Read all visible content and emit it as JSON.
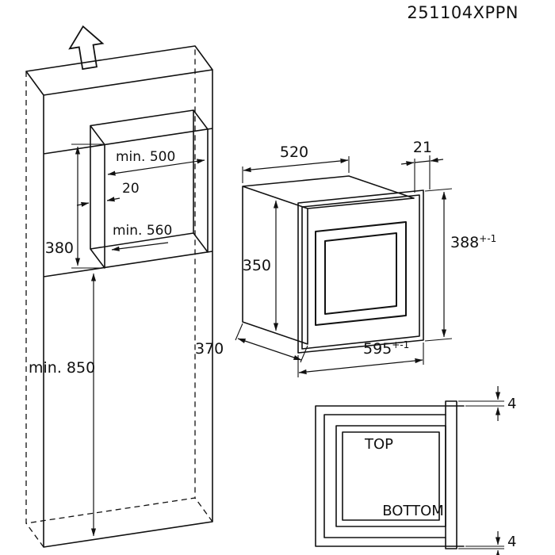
{
  "title_block": {
    "part_number": "251104XPPN"
  },
  "cabinet_view": {
    "niche_width": "min. 500",
    "wall_offset": "20",
    "niche_height": "380",
    "niche_depth": "min. 560",
    "floor_clearance": "min. 850"
  },
  "oven_view": {
    "body_width": "520",
    "frame_overhang": "21",
    "body_height": "350",
    "overall_height": "388",
    "overall_height_tolerance": "+-1",
    "body_depth": "370",
    "overall_width": "595",
    "overall_width_tolerance": "+-1"
  },
  "section_view": {
    "top_label": "TOP",
    "bottom_label": "BOTTOM",
    "top_clearance": "4",
    "bottom_clearance": "4"
  },
  "colors": {
    "line": "#111111",
    "background": "#ffffff"
  }
}
